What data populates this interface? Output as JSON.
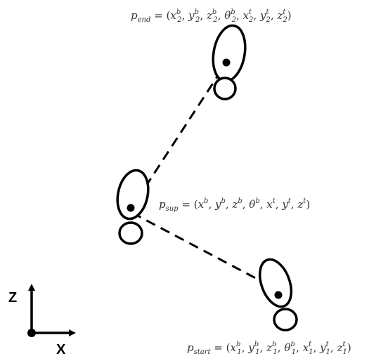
{
  "labels": {
    "end": {
      "p": "p",
      "p_sub": "end",
      "eq": " = (",
      "terms": [
        {
          "v": "x",
          "sup": "b",
          "sub": "2"
        },
        {
          "v": "y",
          "sup": "b",
          "sub": "2"
        },
        {
          "v": "z",
          "sup": "b",
          "sub": "2"
        },
        {
          "v": "θ",
          "sup": "b",
          "sub": "2"
        },
        {
          "v": "x",
          "sup": "t",
          "sub": "2"
        },
        {
          "v": "y",
          "sup": "t",
          "sub": "2"
        },
        {
          "v": "z",
          "sup": "t",
          "sub": "2"
        }
      ]
    },
    "sup": {
      "p": "p",
      "p_sub": "sup",
      "eq": " = (",
      "terms": [
        {
          "v": "x",
          "sup": "b",
          "sub": ""
        },
        {
          "v": "y",
          "sup": "b",
          "sub": ""
        },
        {
          "v": "z",
          "sup": "b",
          "sub": ""
        },
        {
          "v": "θ",
          "sup": "b",
          "sub": ""
        },
        {
          "v": "x",
          "sup": "t",
          "sub": ""
        },
        {
          "v": "y",
          "sup": "t",
          "sub": ""
        },
        {
          "v": "z",
          "sup": "t",
          "sub": ""
        }
      ]
    },
    "start": {
      "p": "p",
      "p_sub": "start",
      "eq": " = (",
      "terms": [
        {
          "v": "x",
          "sup": "b",
          "sub": "1"
        },
        {
          "v": "y",
          "sup": "b",
          "sub": "1"
        },
        {
          "v": "z",
          "sup": "b",
          "sub": "1"
        },
        {
          "v": "θ",
          "sup": "b",
          "sub": "1"
        },
        {
          "v": "x",
          "sup": "t",
          "sub": "1"
        },
        {
          "v": "y",
          "sup": "t",
          "sub": "1"
        },
        {
          "v": "z",
          "sup": "t",
          "sub": "1"
        }
      ]
    }
  },
  "axes": {
    "z_label": "Z",
    "x_label": "X"
  }
}
